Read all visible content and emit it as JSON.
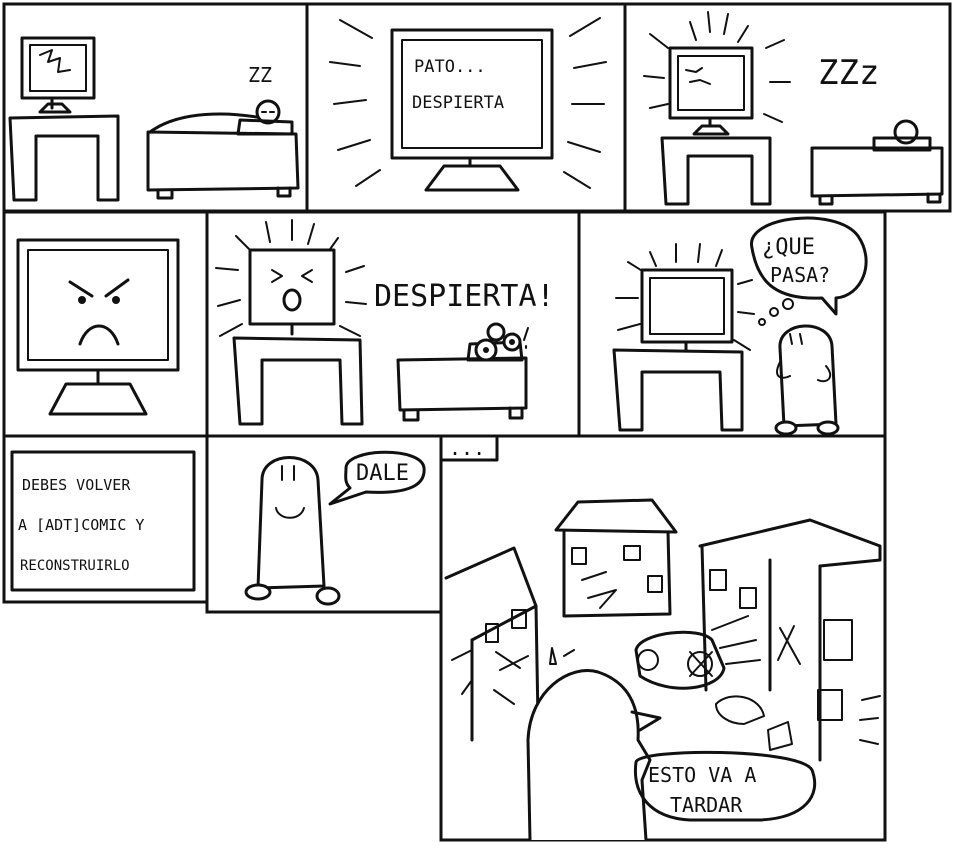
{
  "comic": {
    "panel1": {
      "snore": "ZZ"
    },
    "panel2": {
      "line1": "PATO...",
      "line2": "DESPIERTA"
    },
    "panel3": {
      "snore": "ZZz"
    },
    "panel5": {
      "shout": "DESPIERTA!"
    },
    "panel6": {
      "line1": "¿QUE",
      "line2": "PASA?"
    },
    "panel7": {
      "line1": "DEBES VOLVER",
      "line2": "A [ADT]COMIC Y",
      "line3": "RECONSTRUIRLO"
    },
    "panel8": {
      "speech": "DALE"
    },
    "panel9": {
      "caption": "...",
      "line1": "ESTO VA A",
      "line2": "TARDAR"
    }
  }
}
